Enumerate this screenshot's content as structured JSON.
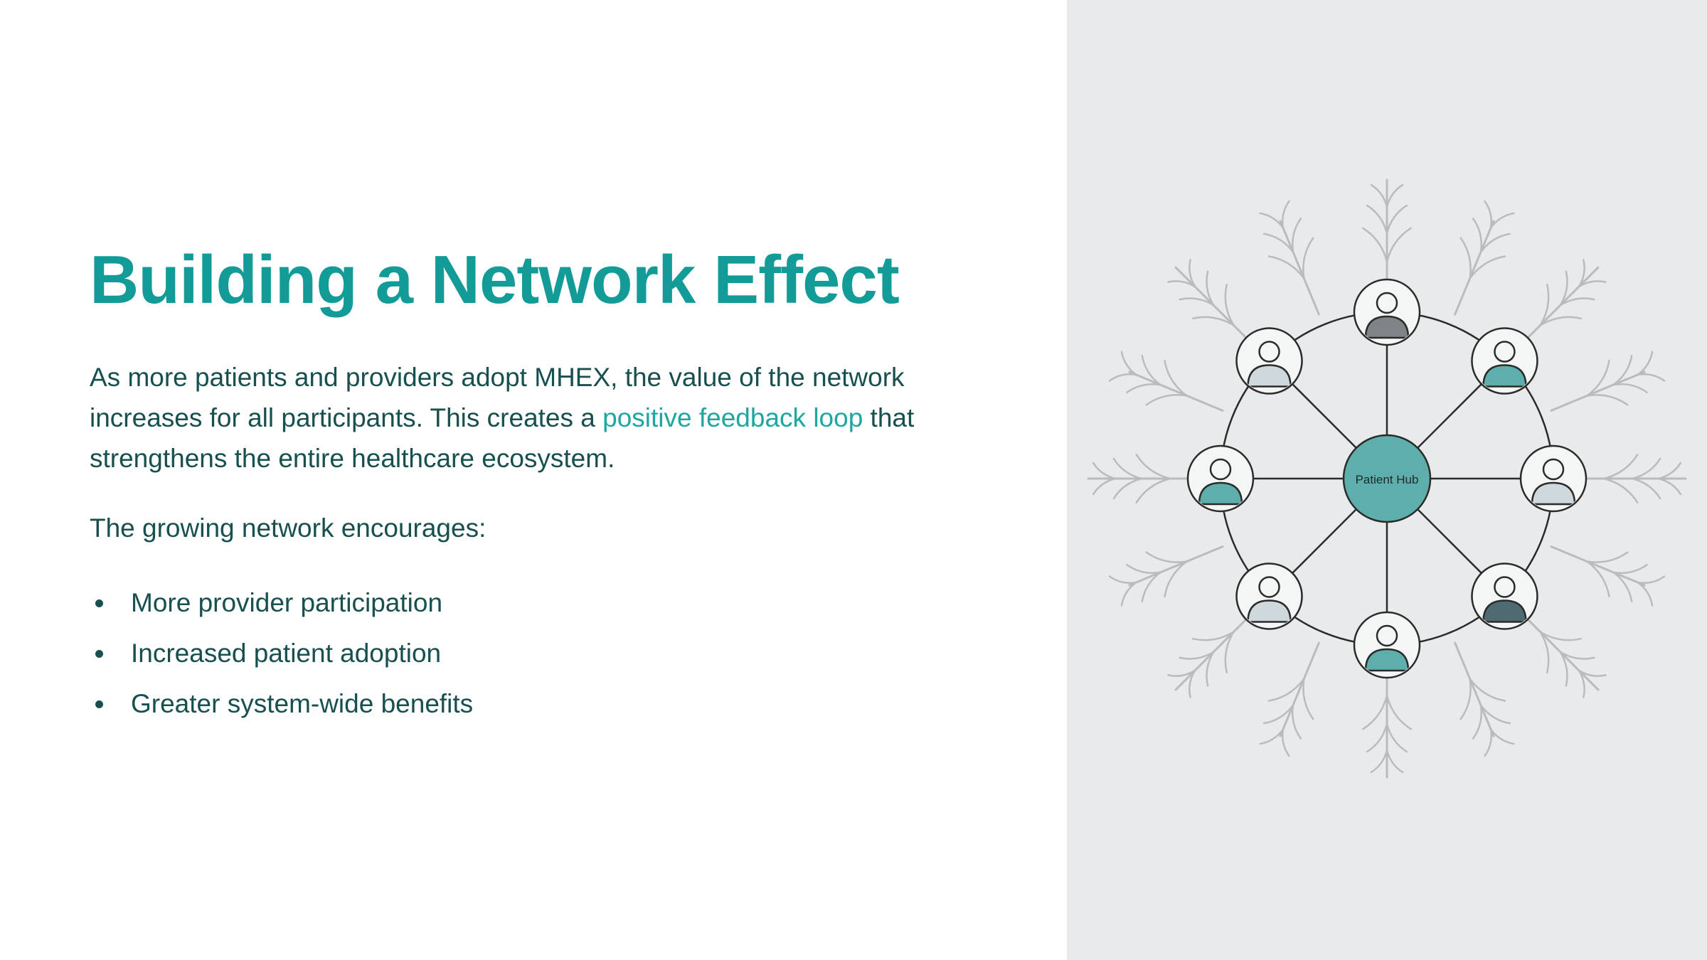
{
  "slide": {
    "title": "Building a Network Effect",
    "intro": {
      "text_before": "As more patients and providers adopt MHEX, the value of the network increases for all participants. This creates a ",
      "highlight": "positive feedback loop",
      "text_after": " that strengthens the entire healthcare ecosystem."
    },
    "lead": "The growing network encourages:",
    "bullets": [
      "More provider participation",
      "Increased patient adoption",
      "Greater system-wide benefits"
    ]
  },
  "diagram": {
    "hub_label": "Patient Hub",
    "node_count": 8,
    "node_colors": [
      "#7e8385",
      "#5eafab",
      "#cfd8dc",
      "#4e6b74",
      "#5eafab",
      "#cfd8dc",
      "#5eafab",
      "#cfd8dc"
    ],
    "hub_color": "#5eafab",
    "accent_color": "#139b98",
    "text_color": "#17504f",
    "panel_color": "#e9eaeb"
  }
}
